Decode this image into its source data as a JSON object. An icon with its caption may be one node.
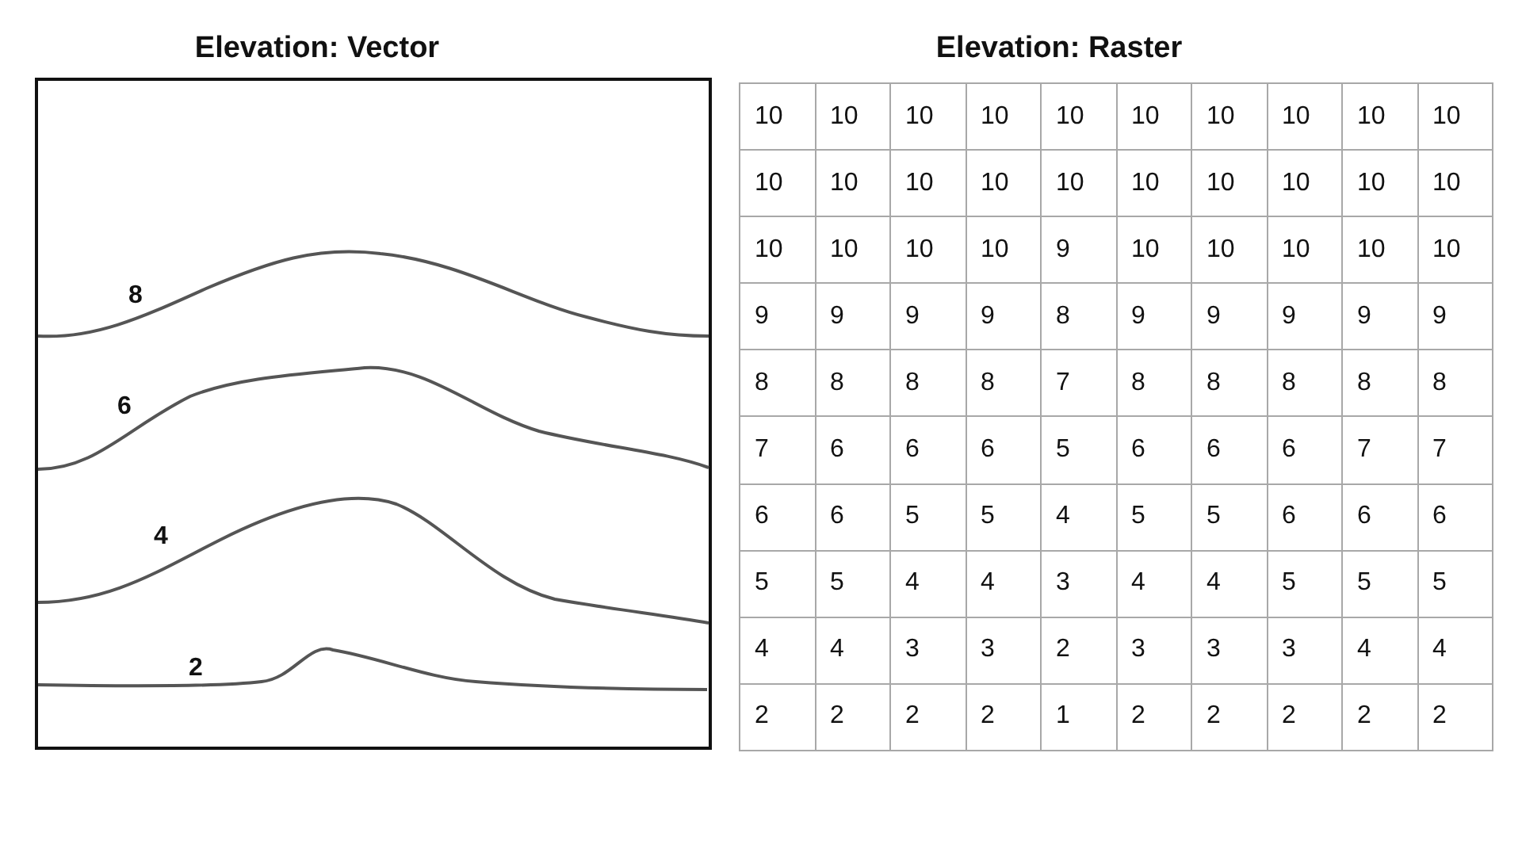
{
  "diagram": {
    "labels": [
      "Elevation: Vector",
      "Elevation: Raster",
      "8",
      "6",
      "4",
      "2",
      "10",
      "10",
      "10",
      "10",
      "10",
      "10",
      "10",
      "10",
      "10",
      "10",
      "10",
      "10",
      "10",
      "10",
      "10",
      "10",
      "10",
      "10",
      "10",
      "10",
      "10",
      "10",
      "10",
      "10",
      "9",
      "10",
      "10",
      "10",
      "10",
      "10",
      "9",
      "9",
      "9",
      "9",
      "8",
      "9",
      "9",
      "9",
      "9",
      "9",
      "8",
      "8",
      "8",
      "8",
      "7",
      "8",
      "8",
      "8",
      "8",
      "8",
      "7",
      "6",
      "6",
      "6",
      "5",
      "6",
      "6",
      "6",
      "7",
      "7",
      "6",
      "6",
      "5",
      "5",
      "4",
      "5",
      "5",
      "6",
      "6",
      "6",
      "5",
      "5",
      "4",
      "4",
      "3",
      "4",
      "4",
      "5",
      "5",
      "5",
      "4",
      "4",
      "3",
      "3",
      "2",
      "3",
      "3",
      "3",
      "4",
      "4",
      "2",
      "2",
      "2",
      "2",
      "1",
      "2",
      "2",
      "2",
      "2",
      "2"
    ]
  }
}
